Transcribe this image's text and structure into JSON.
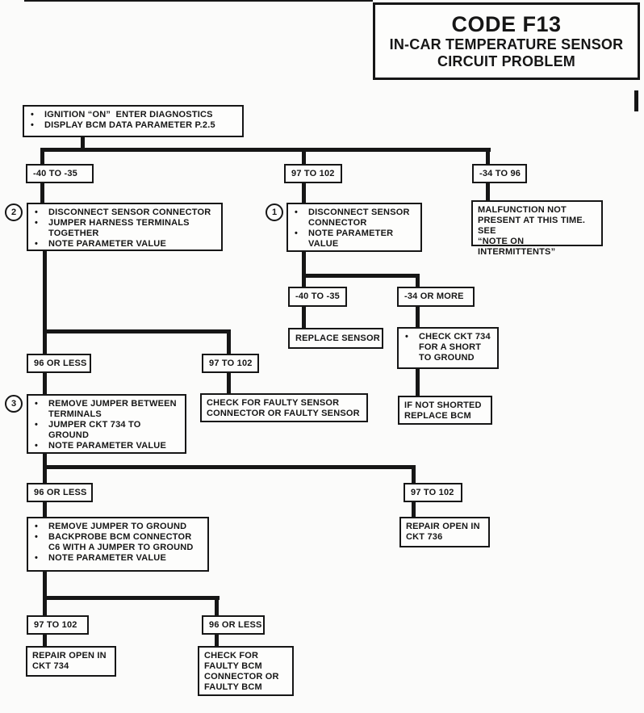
{
  "colors": {
    "ink": "#161616",
    "paper": "#fbfbfa"
  },
  "header": {
    "code": "CODE F13",
    "subtitle": "IN-CAR TEMPERATURE SENSOR\nCIRCUIT PROBLEM"
  },
  "start": {
    "items": [
      "IGNITION “ON”  ENTER DIAGNOSTICS",
      "DISPLAY BCM DATA PARAMETER P.2.5"
    ]
  },
  "row1": {
    "left": "-40 TO -35",
    "mid": "97 TO 102",
    "right": "-34 TO 96"
  },
  "step2": {
    "badge": "2",
    "items": [
      "DISCONNECT SENSOR CONNECTOR",
      "JUMPER HARNESS TERMINALS\nTOGETHER",
      "NOTE PARAMETER VALUE"
    ]
  },
  "step1": {
    "badge": "1",
    "items": [
      "DISCONNECT SENSOR\nCONNECTOR",
      "NOTE PARAMETER\nVALUE"
    ]
  },
  "malfunction": {
    "text": "MALFUNCTION NOT\nPRESENT AT THIS TIME.  SEE\n“NOTE ON INTERMITTENTS”"
  },
  "mid2": {
    "left": "-40 TO -35",
    "right": "-34 OR MORE"
  },
  "replace_sensor": {
    "text": "REPLACE SENSOR"
  },
  "check_ckt734": {
    "items": [
      "CHECK CKT 734\nFOR A SHORT\nTO GROUND"
    ]
  },
  "if_not_shorted": {
    "text": "IF NOT SHORTED\nREPLACE BCM"
  },
  "row2": {
    "left": "96 OR LESS",
    "right": "97 TO 102"
  },
  "step3": {
    "badge": "3",
    "items": [
      "REMOVE JUMPER BETWEEN\nTERMINALS",
      "JUMPER CKT 734 TO\nGROUND",
      "NOTE PARAMETER VALUE"
    ]
  },
  "check_faulty_sensor": {
    "text": "CHECK FOR FAULTY SENSOR\nCONNECTOR OR FAULTY SENSOR"
  },
  "row3": {
    "left": "96 OR LESS",
    "right": "97 TO 102"
  },
  "remove_jumper": {
    "items": [
      "REMOVE JUMPER TO GROUND",
      "BACKPROBE BCM CONNECTOR\nC6 WITH A JUMPER TO GROUND",
      "NOTE PARAMETER VALUE"
    ]
  },
  "repair_736": {
    "text": "REPAIR OPEN IN\nCKT 736"
  },
  "row4": {
    "left": "97 TO 102",
    "right": "96 OR LESS"
  },
  "repair_734": {
    "text": "REPAIR OPEN IN\nCKT 734"
  },
  "check_faulty_bcm": {
    "text": "CHECK FOR\nFAULTY BCM\nCONNECTOR OR\nFAULTY BCM"
  }
}
